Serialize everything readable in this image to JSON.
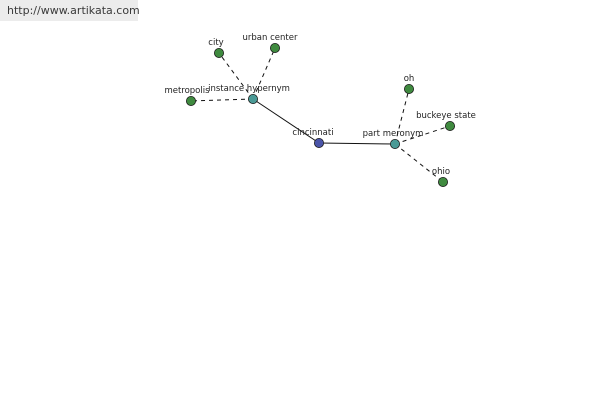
{
  "banner": {
    "url_text": "http://www.artikata.com"
  },
  "colors": {
    "center_node": "#4a54a8",
    "relation_node": "#4a9a96",
    "leaf_node": "#3f8a3f",
    "node_stroke": "#1a1a1a",
    "edge": "#111111"
  },
  "graph": {
    "nodes": [
      {
        "id": "cincinnati",
        "label": "cincinnati",
        "kind": "center"
      },
      {
        "id": "instance_hypernym",
        "label": "instance hypernym",
        "kind": "relation"
      },
      {
        "id": "part_meronym",
        "label": "part meronym",
        "kind": "relation"
      },
      {
        "id": "city",
        "label": "city",
        "kind": "leaf"
      },
      {
        "id": "urban_center",
        "label": "urban center",
        "kind": "leaf"
      },
      {
        "id": "metropolis",
        "label": "metropolis",
        "kind": "leaf"
      },
      {
        "id": "oh",
        "label": "oh",
        "kind": "leaf"
      },
      {
        "id": "buckeye_state",
        "label": "buckeye state",
        "kind": "leaf"
      },
      {
        "id": "ohio",
        "label": "ohio",
        "kind": "leaf"
      }
    ],
    "edges": [
      {
        "from": "cincinnati",
        "to": "instance_hypernym",
        "style": "solid"
      },
      {
        "from": "cincinnati",
        "to": "part_meronym",
        "style": "solid"
      },
      {
        "from": "instance_hypernym",
        "to": "city",
        "style": "dashed"
      },
      {
        "from": "instance_hypernym",
        "to": "urban_center",
        "style": "dashed"
      },
      {
        "from": "instance_hypernym",
        "to": "metropolis",
        "style": "dashed"
      },
      {
        "from": "part_meronym",
        "to": "oh",
        "style": "dashed"
      },
      {
        "from": "part_meronym",
        "to": "buckeye_state",
        "style": "dashed"
      },
      {
        "from": "part_meronym",
        "to": "ohio",
        "style": "dashed"
      }
    ]
  }
}
